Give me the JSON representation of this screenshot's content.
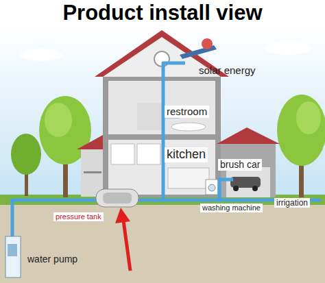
{
  "diagram": {
    "title": "Product install view",
    "nodes": [
      {
        "text": [
          "restroom"
        ]
      },
      {
        "text": [
          "kitchen"
        ]
      },
      {
        "text": [
          "brush car"
        ]
      },
      {
        "text": [
          "washing machine"
        ]
      },
      {
        "text": [
          "irrigation"
        ]
      },
      {
        "text": [
          "pressure tank"
        ]
      }
    ],
    "labels": [
      "solar energy",
      "water pump"
    ]
  }
}
